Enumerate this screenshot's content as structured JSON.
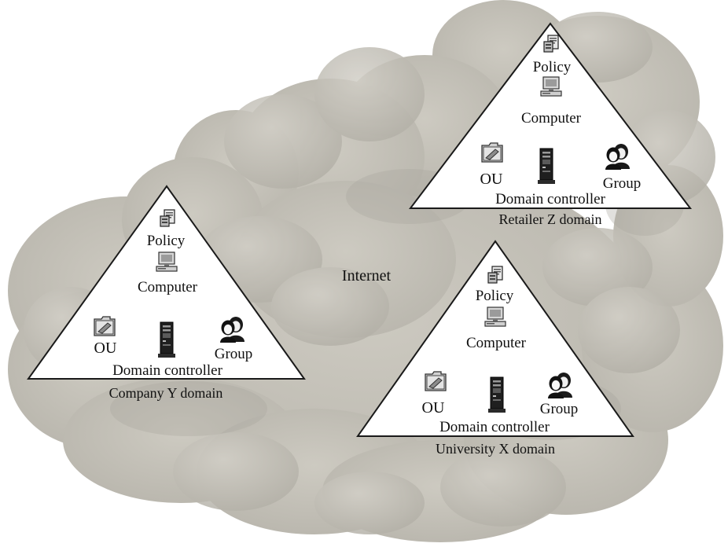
{
  "internet_label": "Internet",
  "colors": {
    "cloud_fill": "#c4c1b8",
    "cloud_shade": "#a9a69d",
    "cloud_edge": "#bdbab1",
    "triangle_fill": "#ffffff",
    "triangle_stroke": "#1a1a1a"
  },
  "icons": {
    "policy": "policy-icon",
    "computer": "computer-icon",
    "ou": "ou-folder-icon",
    "domain_controller": "server-tower-icon",
    "group": "group-people-icon"
  },
  "domains": [
    {
      "id": "retailer-z",
      "name": "Retailer Z domain",
      "labels": {
        "policy": "Policy",
        "computer": "Computer",
        "ou": "OU",
        "domain_controller": "Domain controller",
        "group": "Group"
      }
    },
    {
      "id": "company-y",
      "name": "Company Y domain",
      "labels": {
        "policy": "Policy",
        "computer": "Computer",
        "ou": "OU",
        "domain_controller": "Domain controller",
        "group": "Group"
      }
    },
    {
      "id": "university-x",
      "name": "University X domain",
      "labels": {
        "policy": "Policy",
        "computer": "Computer",
        "ou": "OU",
        "domain_controller": "Domain controller",
        "group": "Group"
      }
    }
  ]
}
